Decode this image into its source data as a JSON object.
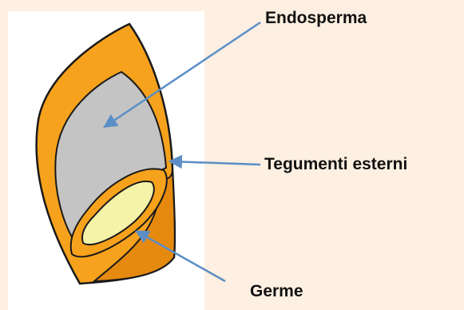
{
  "labels": {
    "endosperm": "Endosperma",
    "seed_coat": "Tegumenti esterni",
    "germ": "Germe"
  },
  "colors": {
    "background": "#fdf0e2",
    "panel": "#ffffff",
    "seed_coat": "#f7a21c",
    "seed_coat_dark": "#e58a0e",
    "endosperm": "#c4c4c4",
    "germ": "#f4f3a8",
    "outline": "#1a1a1a",
    "arrow": "#5b8ec6"
  }
}
